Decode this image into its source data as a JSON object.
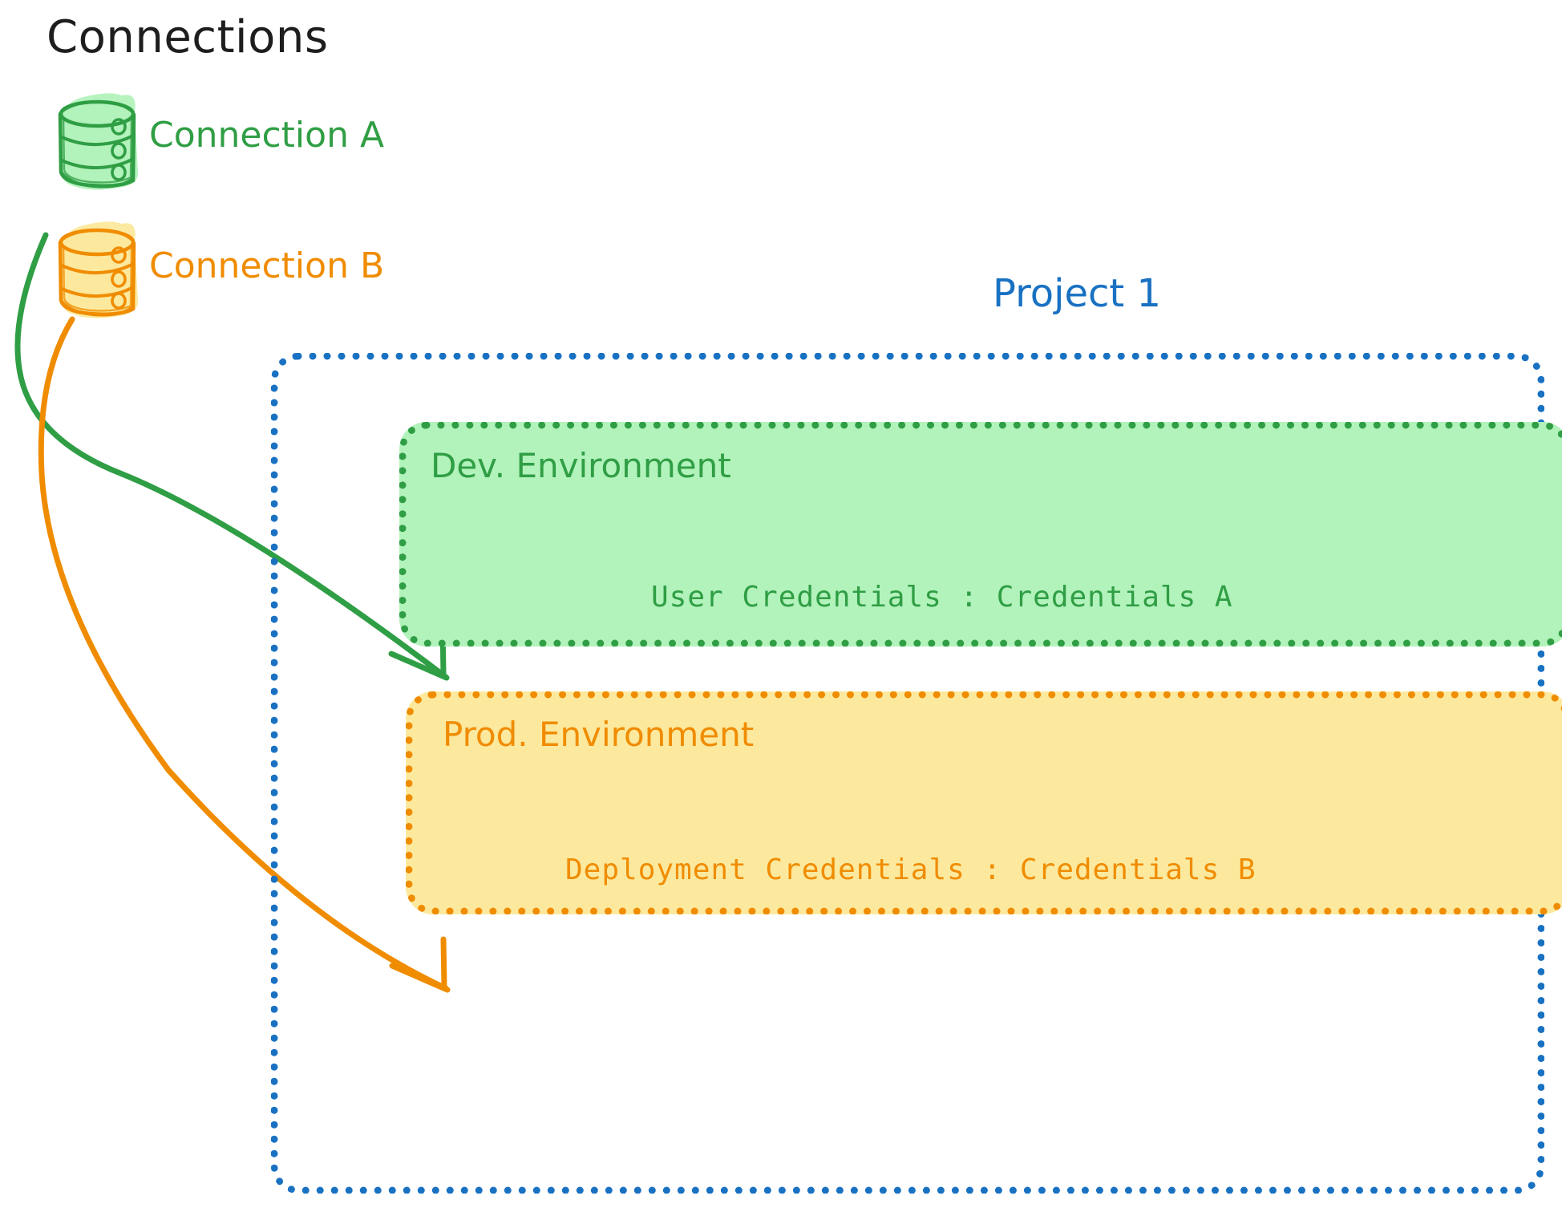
{
  "diagram": {
    "title": "Connections",
    "background_color": "#ffffff",
    "colors": {
      "green_stroke": "#2f9e44",
      "green_fill": "#b2f2bb",
      "orange_stroke": "#f08c00",
      "orange_fill": "#fce99e",
      "blue_stroke": "#1971c2",
      "black_text": "#1e1e1e"
    },
    "connections": {
      "heading": "Connections",
      "items": [
        {
          "label": "Connection A",
          "icon": "database-cylinder-icon",
          "color": "#2f9e44",
          "fill": "#b2f2bb",
          "target": "Dev. Environment"
        },
        {
          "label": "Connection B",
          "icon": "database-cylinder-icon",
          "color": "#f08c00",
          "fill": "#fce99e",
          "target": "Prod. Environment"
        }
      ]
    },
    "project": {
      "label": "Project 1",
      "color": "#1971c2",
      "border_style": "dotted",
      "environments": [
        {
          "name": "Dev. Environment",
          "color": "#2f9e44",
          "fill": "#b2f2bb",
          "credentials_label": "User Credentials",
          "credentials_separator": ":",
          "credentials_value": "Credentials A",
          "credentials_line": "User Credentials : Credentials A"
        },
        {
          "name": "Prod. Environment",
          "color": "#f08c00",
          "fill": "#fce99e",
          "credentials_label": "Deployment Credentials",
          "credentials_separator": ":",
          "credentials_value": "Credentials B",
          "credentials_line": "Deployment Credentials : Credentials B"
        }
      ]
    },
    "arrows": [
      {
        "name": "arrow-connection-a-to-dev",
        "from": "Connection A",
        "to": "Dev. Environment",
        "color": "#2f9e44"
      },
      {
        "name": "arrow-connection-b-to-prod",
        "from": "Connection B",
        "to": "Prod. Environment",
        "color": "#f08c00"
      }
    ]
  }
}
